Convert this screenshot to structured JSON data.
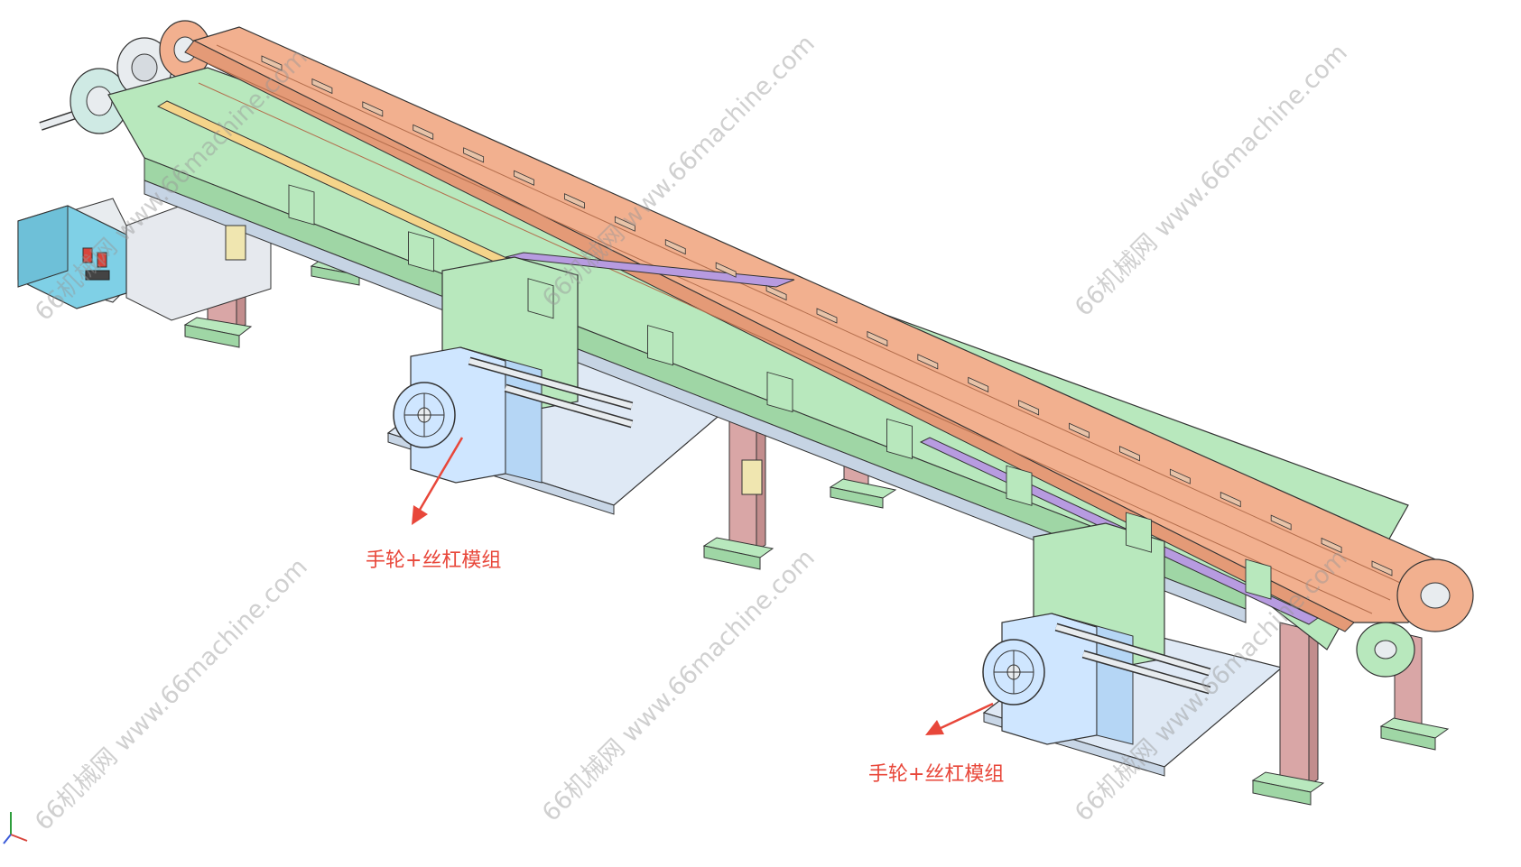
{
  "annotations": [
    {
      "id": "handwheel-module-1",
      "text": "手轮+丝杠模组"
    },
    {
      "id": "handwheel-module-2",
      "text": "手轮+丝杠模组"
    }
  ],
  "watermark": {
    "text": "66机械网 www.66machine.com"
  },
  "colors": {
    "belt": "#f2b08f",
    "frame": "#b8e8bd",
    "leg": "#d9a6a6",
    "base": "#cfe6ff",
    "plate": "#dfe9f5",
    "motor": "#7fd0e6",
    "accent_purple": "#b79be0",
    "arrow": "#e8473a"
  }
}
